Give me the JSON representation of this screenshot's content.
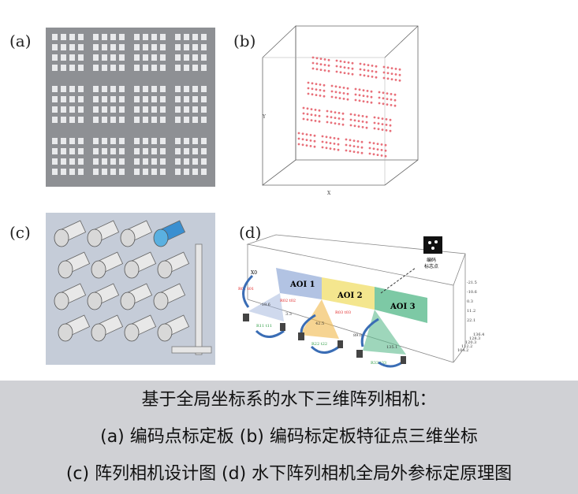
{
  "panels": {
    "a": {
      "label": "(a)"
    },
    "b": {
      "label": "(b)",
      "axis_labels": {
        "y": "Y",
        "x": "X"
      }
    },
    "c": {
      "label": "(c)"
    },
    "d": {
      "label": "(d)",
      "aoi": [
        "AOI 1",
        "AOI 2",
        "AOI 3"
      ],
      "marker_label_1": "编码",
      "marker_label_2": "标志点",
      "axis_x0": "X0",
      "distances": [
        "-19.6",
        "3.3",
        "42.5",
        "89.0",
        "135.1"
      ],
      "right_ticks": [
        "-21.5",
        "-10.6",
        "0.3",
        "11.2",
        "22.1"
      ],
      "depth_ticks": [
        "136.4",
        "128.3",
        "120.3",
        "112.2",
        "104.2"
      ],
      "transforms_red": [
        "R01 t01",
        "R02 t02",
        "R03 t03"
      ],
      "transforms_green": [
        "R11 t11",
        "R22 t22",
        "R33 t33"
      ]
    }
  },
  "caption": {
    "line1": "基于全局坐标系的水下三维阵列相机：",
    "line2": "(a) 编码点标定板 (b) 编码标定板特征点三维坐标",
    "line3": "(c) 阵列相机设计图 (d) 水下阵列相机全局外参标定原理图"
  },
  "colors": {
    "caption_bg": "#d0d1d5",
    "points": "#e8707a",
    "aoi1": "#9fb4dc",
    "aoi2": "#f2e27a",
    "aoi3": "#5dbb8e"
  }
}
